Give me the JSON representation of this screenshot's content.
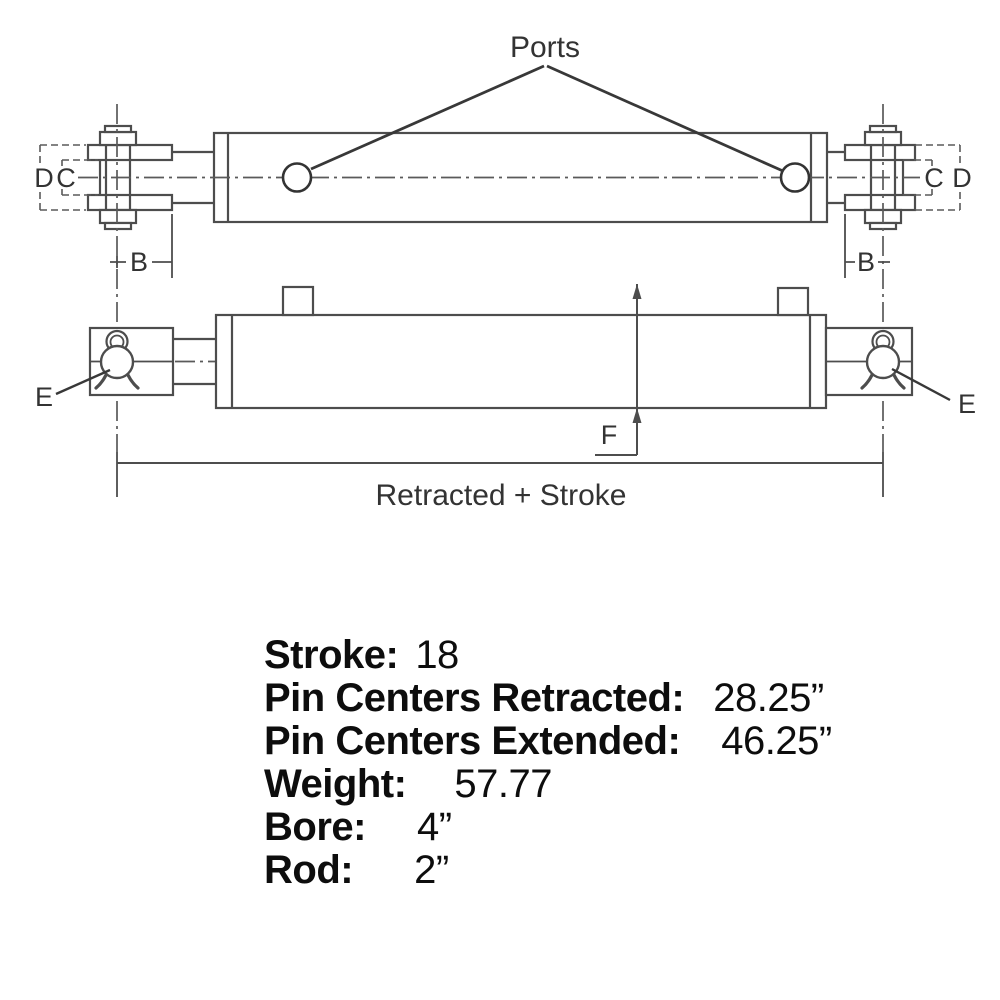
{
  "drawing": {
    "ports_label": "Ports",
    "top_view": {
      "left_clevis": {
        "dim_outer": "D",
        "dim_inner": "C",
        "dim_pin_offset": "B"
      },
      "right_clevis": {
        "dim_inner": "C",
        "dim_outer": "D",
        "dim_pin_offset": "B"
      }
    },
    "bottom_view": {
      "left_mount_label": "E",
      "right_mount_label": "E",
      "height_dim_label": "F",
      "length_dim_label": "Retracted + Stroke"
    },
    "colors": {
      "outline": "#4d4d4d",
      "centerline": "#5a5a5a",
      "leader": "#383838",
      "label_text": "#333333",
      "spec_text": "#0d0d0d",
      "background": "#ffffff"
    }
  },
  "specs": {
    "lines": [
      {
        "label": "Stroke:",
        "value": "18"
      },
      {
        "label": "Pin Centers Retracted:",
        "value": "28.25”"
      },
      {
        "label": "Pin Centers Extended:",
        "value": "46.25”"
      },
      {
        "label": "Weight:",
        "value": "57.77"
      },
      {
        "label": "Bore:",
        "value": "4”"
      },
      {
        "label": "Rod:",
        "value": "2”"
      }
    ]
  }
}
